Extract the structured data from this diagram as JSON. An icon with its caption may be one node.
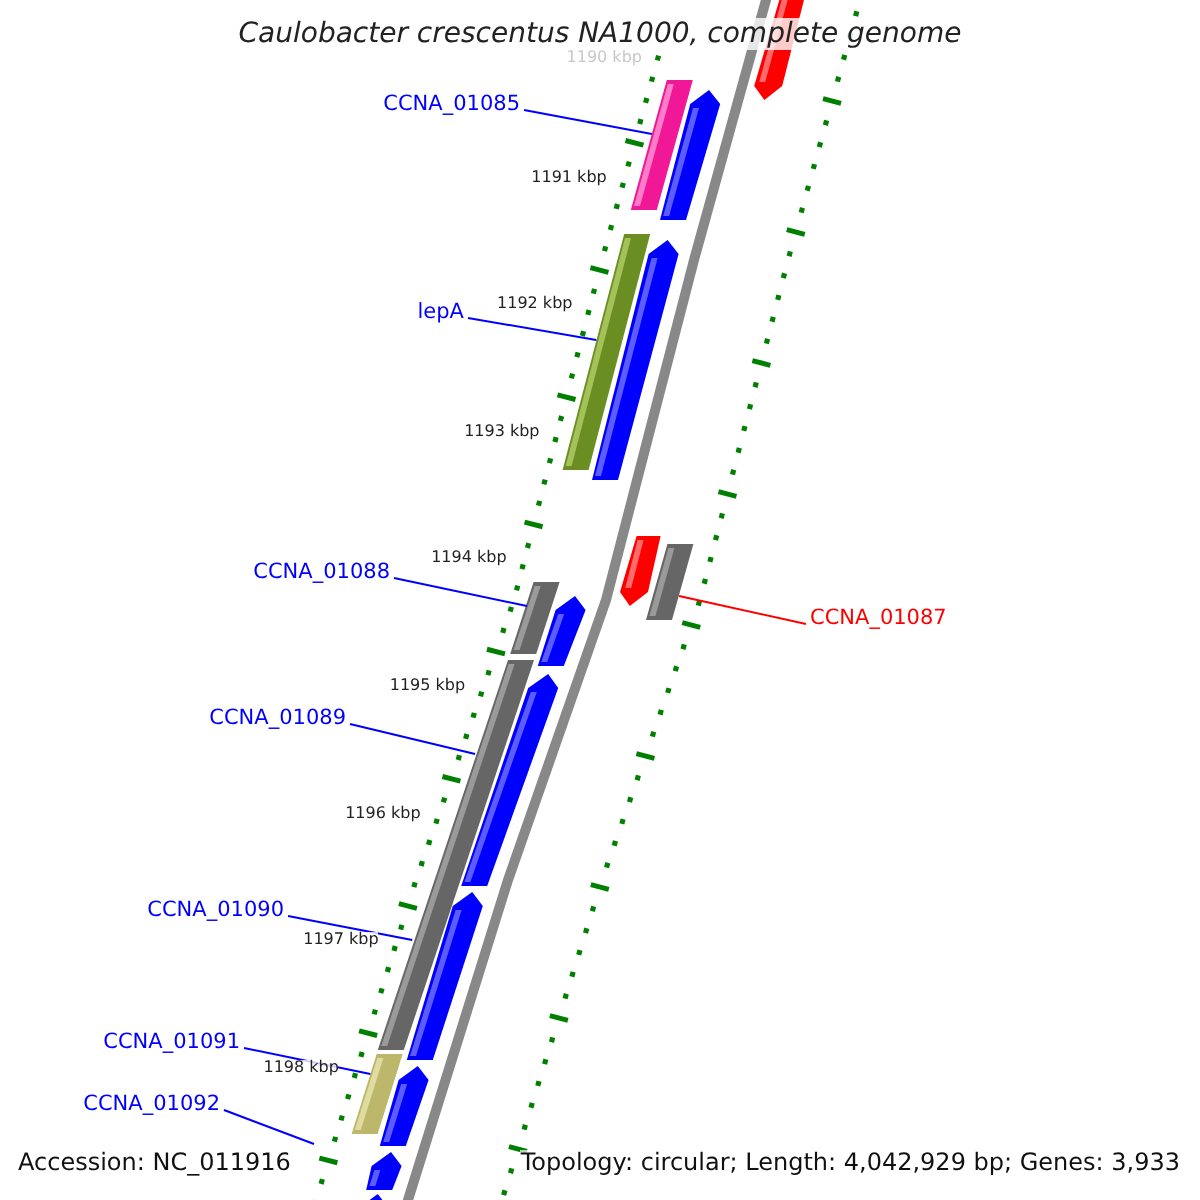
{
  "diagram": {
    "title": "Caulobacter crescentus NA1000, complete genome",
    "nodes": [
      {
        "text": [
          "CCNA_01085"
        ]
      },
      {
        "text": [],
        "shape": "bar"
      },
      {
        "text": [
          "lepA"
        ]
      },
      {
        "text": [],
        "shape": "bar"
      },
      {
        "text": [
          "CCNA_01088"
        ]
      },
      {
        "text": [],
        "shape": "bar"
      },
      {
        "text": [
          "CCNA_01087"
        ]
      },
      {
        "text": [],
        "shape": "bar"
      },
      {
        "text": [
          "CCNA_01089"
        ]
      },
      {
        "text": [],
        "shape": "bar"
      },
      {
        "text": [
          "CCNA_01090"
        ]
      },
      {
        "text": [
          "CCNA_01091"
        ]
      },
      {
        "text": [],
        "shape": "bar"
      },
      {
        "text": [
          "CCNA_01092"
        ]
      }
    ],
    "edges": [
      {
        "from": 0,
        "to": 1,
        "arrow": "none"
      },
      {
        "from": 2,
        "to": 3,
        "arrow": "none"
      },
      {
        "from": 4,
        "to": 5,
        "arrow": "none"
      },
      {
        "from": 6,
        "to": 7,
        "arrow": "none",
        "color": "#ff0000"
      },
      {
        "from": 8,
        "to": 9,
        "arrow": "none"
      },
      {
        "from": 10,
        "to": 9,
        "arrow": "none"
      },
      {
        "from": 11,
        "to": 12,
        "arrow": "none"
      },
      {
        "from": 13,
        "to": null,
        "arrow": "none"
      }
    ],
    "labels": [
      "1190 kbp",
      "1191 kbp",
      "1192 kbp",
      "1193 kbp",
      "1194 kbp",
      "1195 kbp",
      "1196 kbp",
      "1197 kbp",
      "1198 kbp",
      "Accession: NC_011916",
      "Topology: circular; Length: 4,042,929 bp; Genes: 3,933"
    ]
  }
}
